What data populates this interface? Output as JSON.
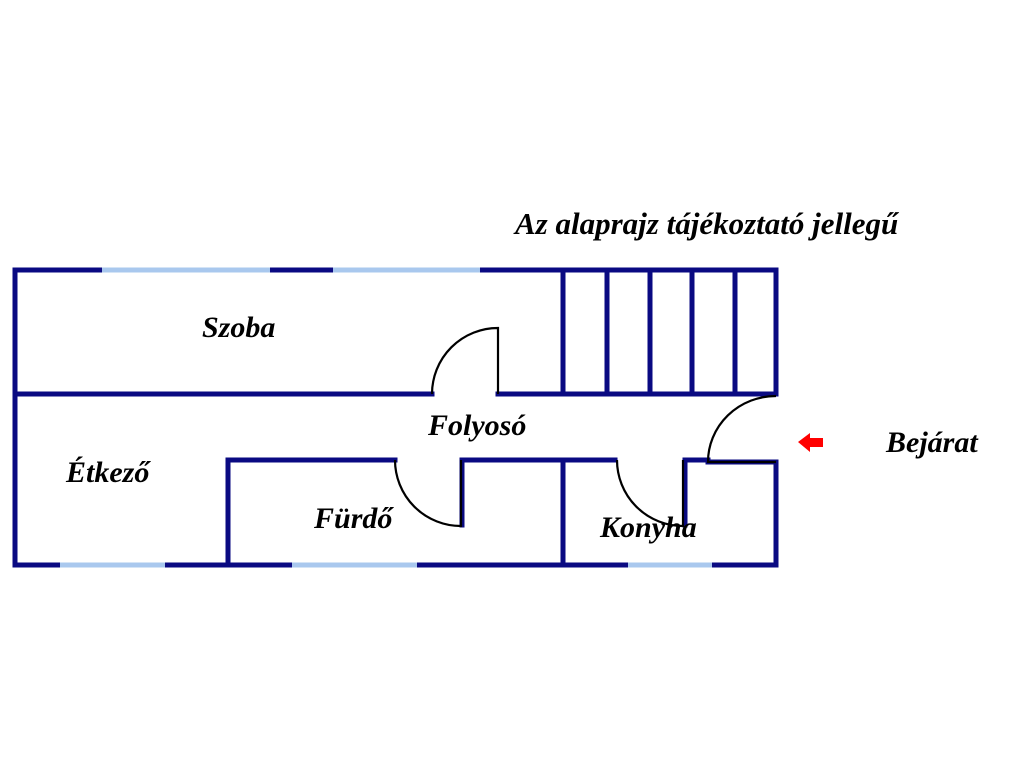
{
  "note": "Az alaprajz tájékoztató jellegű",
  "rooms": {
    "szoba": "Szoba",
    "folyoso": "Folyosó",
    "etkezo": "Étkező",
    "furdo": "Fürdő",
    "konyha": "Konyha"
  },
  "entrance": {
    "label": "Bejárat",
    "arrow_icon": "arrow-left-icon",
    "arrow_color": "#ff0000"
  },
  "colors": {
    "wall": "#0a0a82",
    "window": "#a9c8ee",
    "door": "#000000"
  }
}
